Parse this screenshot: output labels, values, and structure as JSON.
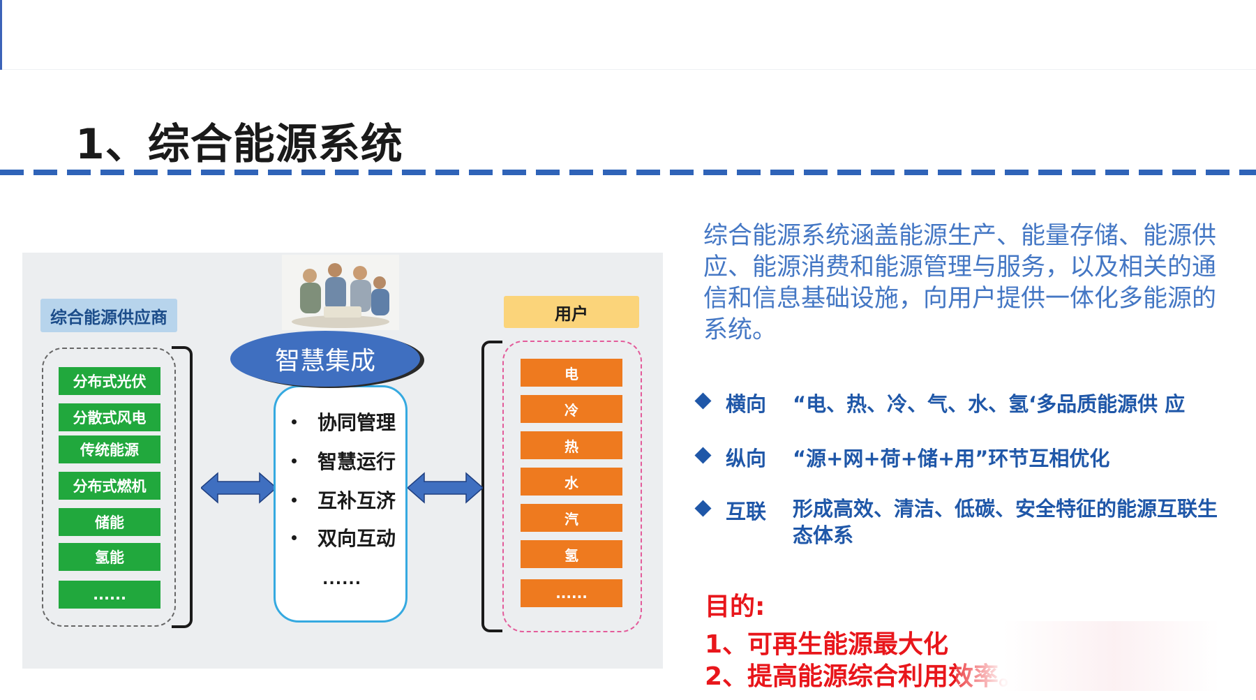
{
  "page": {
    "title": "1、综合能源系统"
  },
  "diagram": {
    "supplier_label": "综合能源供应商",
    "user_label": "用户",
    "core_title": "智慧集成",
    "sources": [
      "分布式光伏",
      "分散式风电",
      "传统能源",
      "分布式燃机",
      "储能",
      "氢能",
      "......"
    ],
    "core_functions": [
      "协同管理",
      "智慧运行",
      "互补互济",
      "双向互动"
    ],
    "core_more": "......",
    "user_needs": [
      "电",
      "冷",
      "热",
      "水",
      "汽",
      "氢",
      "......"
    ]
  },
  "intro": "综合能源系统涵盖能源生产、能量存储、能源供应、能源消费和能源管理与服务，以及相关的通信和信息基础设施，向用户提供一体化多能源的系统。",
  "bullets": [
    {
      "key": "横向",
      "desc": "“电、热、冷、气、水、氢‘多品质能源供 应"
    },
    {
      "key": "纵向",
      "desc": "“源+网+荷+储+用”环节互相优化"
    },
    {
      "key": "互联",
      "desc": "形成高效、清洁、低碳、安全特征的能源互联生态体系"
    }
  ],
  "goals": {
    "title": "目的:",
    "items": [
      "1、可再生能源最大化",
      "2、提高能源综合利用效率。"
    ]
  },
  "colors": {
    "accent_blue": "#2f63b8",
    "source_green": "#21a83d",
    "user_orange": "#ee7a1f",
    "goal_red": "#e8161b",
    "intro_blue": "#4477c4"
  }
}
